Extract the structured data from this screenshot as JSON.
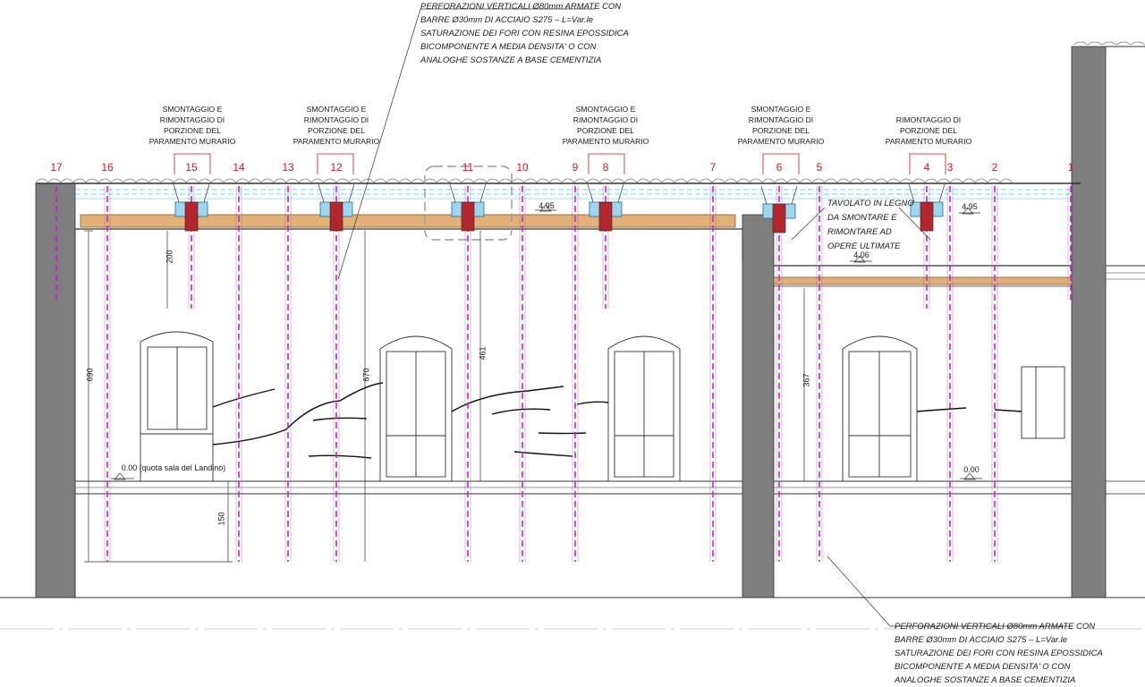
{
  "notes": {
    "top": [
      "PERFORAZIONI VERTICALI Ø80mm ARMATE CON",
      "BARRE Ø30mm DI ACCIAIO S275 – L=Var.le",
      "SATURAZIONE DEI FORI CON RESINA EPOSSIDICA",
      "BICOMPONENTE A MEDIA DENSITA' O CON",
      "ANALOGHE SOSTANZE A BASE CEMENTIZIA"
    ],
    "bottom": [
      "PERFORAZIONI VERTICALI Ø80mm ARMATE CON",
      "BARRE Ø30mm DI ACCIAIO S275 – L=Var.le",
      "SATURAZIONE DEI FORI CON RESINA EPOSSIDICA",
      "BICOMPONENTE A MEDIA DENSITA' O CON",
      "ANALOGHE SOSTANZE A BASE CEMENTIZIA"
    ]
  },
  "labels": {
    "l15": [
      "SMONTAGGIO E",
      "RIMONTAGGIO DI",
      "PORZIONE DEL",
      "PARAMENTO MURARIO"
    ],
    "l12": [
      "SMONTAGGIO E",
      "RIMONTAGGIO DI",
      "PORZIONE DEL",
      "PARAMENTO MURARIO"
    ],
    "l8": [
      "SMONTAGGIO E",
      "RIMONTAGGIO DI",
      "PORZIONE DEL",
      "PARAMENTO MURARIO"
    ],
    "l6": [
      "SMONTAGGIO E",
      "RIMONTAGGIO DI",
      "PORZIONE DEL",
      "PARAMENTO MURARIO"
    ],
    "l4": [
      "RIMONTAGGIO DI",
      "PORZIONE DEL",
      "PARAMENTO MURARIO"
    ]
  },
  "tavolato": [
    "TAVOLATO IN LEGNO",
    "DA SMONTARE E",
    "RIMONTARE AD",
    "OPERE ULTIMATE"
  ],
  "bar_numbers": [
    "17",
    "16",
    "15",
    "14",
    "13",
    "12",
    "11",
    "10",
    "9",
    "8",
    "7",
    "6",
    "5",
    "4",
    "3",
    "2",
    "1"
  ],
  "levels": {
    "beam_left": "4.95",
    "beam_right": "4.95",
    "floor_right": "4.06",
    "ground_left": "0.00 (quota sala del Landino)",
    "ground_right": "0.00"
  },
  "dimensions": {
    "d200": "200",
    "d690": "690",
    "d670": "670",
    "d461": "461",
    "d367": "367",
    "d150": "150"
  },
  "colors": {
    "wall": "#7f7f7f",
    "beam": "#e0b27a",
    "bar": "#d11adb",
    "plate": "#9fd6ee",
    "red": "#d11a1a"
  }
}
